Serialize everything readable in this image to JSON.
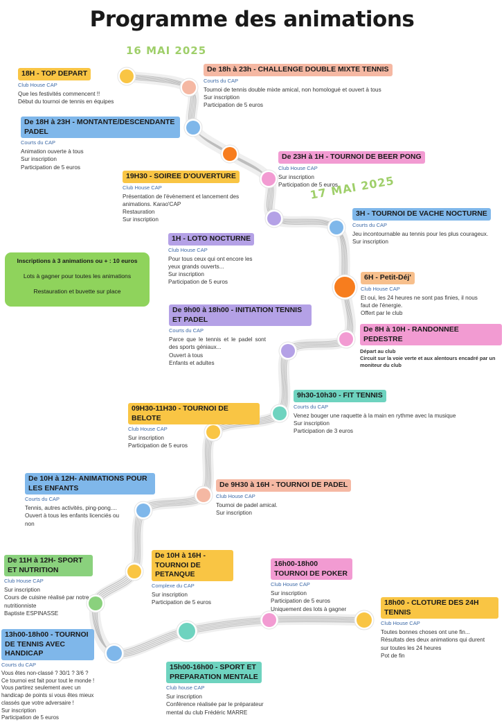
{
  "title": "Programme des animations",
  "dates": {
    "day1": "16 MAI 2025",
    "day2": "17 MAI 2025"
  },
  "colors": {
    "yellow": "#f9c544",
    "salmon": "#f5b8a3",
    "blue": "#7fb7ea",
    "pink": "#f29bd2",
    "purple": "#b4a1e6",
    "green": "#8ad17d",
    "teal": "#6ed3bf",
    "orange": "#f77d1e",
    "info_box": "#8fd35c"
  },
  "info_box": {
    "line1": "Inscriptions à 3 animations ou + : 10 euros",
    "line2": "Lots à gagner pour toutes les animations",
    "line3": "Restauration et buvette sur place"
  },
  "events": {
    "top_depart": {
      "title": "18H - TOP DEPART",
      "location": "Club House CAP",
      "body": "Que les festivités commencent !!\nDébut du tournoi de tennis en équipes"
    },
    "double_mixte": {
      "title": "De 18h à 23h - CHALLENGE DOUBLE MIXTE TENNIS",
      "location": "Courts du CAP",
      "body": "Tournoi de tennis double mixte amical, non homologué et ouvert à tous\nSur inscription\nParticipation de 5 euros"
    },
    "padel_montante": {
      "title": "De 18H à 23H - MONTANTE/DESCENDANTE PADEL",
      "location": "Courts du CAP",
      "body": "Animation ouverte à tous\nSur inscription\nParticipation de 5 euros"
    },
    "beer_pong": {
      "title": "De 23H à 1H - TOURNOI DE BEER PONG",
      "location": "Club House CAP",
      "body": "Sur inscription\nParticipation de 5 euros"
    },
    "soiree": {
      "title": "19H30 - SOIREE D'OUVERTURE",
      "location": "Club House CAP",
      "body": "Présentation de l'évènement et lancement des animations. Karao'CAP\nRestauration\nSur inscription"
    },
    "vache_nocturne": {
      "title": "3H - TOURNOI DE VACHE NOCTURNE",
      "location": "Courts du CAP",
      "body": "Jeu incontournable au tennis pour les plus courageux.\nSur inscription"
    },
    "loto": {
      "title": "1H - LOTO NOCTURNE",
      "location": "Club House CAP",
      "body": "Pour tous ceux qui ont encore les yeux grands ouverts...\nSur inscription\nParticipation de 5 euros"
    },
    "petit_dej": {
      "title": "6H - Petit-Déj'",
      "location": "Club House CAP",
      "body": "Et oui, les 24 heures ne sont pas finies, il nous faut de l'énergie.\nOffert par le club"
    },
    "initiation": {
      "title": "De 9h00 à 18h00 - INITIATION TENNIS ET PADEL",
      "location": "Courts du CAP",
      "body": "Parce que le tennis et le padel sont des sports géniaux...\nOuvert à tous\nEnfants et adultes"
    },
    "randonnee": {
      "title": "De 8H à 10H - RANDONNEE PEDESTRE",
      "location": "",
      "body": "Départ au club\nCircuit sur la voie verte et aux alentours encadré par un moniteur du club"
    },
    "fit_tennis": {
      "title": "9h30-10h30 - FIT TENNIS",
      "location": "Courts du CAP",
      "body": "Venez bouger une raquette à la main en rythme avec la musique\nSur inscription\nParticipation de 3 euros"
    },
    "belote": {
      "title": "09H30-11H30 - TOURNOI DE BELOTE",
      "location": "Club House CAP",
      "body": "Sur inscription\nParticipation de 5 euros"
    },
    "enfants": {
      "title": "De 10H à 12H- ANIMATIONS POUR LES ENFANTS",
      "location": "Courts du CAP",
      "body": "Tennis, autres activités, ping-pong....\nOuvert à tous les enfants licenciés ou non"
    },
    "tournoi_padel": {
      "title": "De 9H30 à 16H - TOURNOI DE PADEL",
      "location": "Club House CAP",
      "body": "Tournoi de padel amical.\nSur inscription"
    },
    "sport_nutrition": {
      "title": "De 11H à 12H- SPORT ET NUTRITION",
      "location": "Club House CAP",
      "body": "Sur inscription\nCours de cuisine réalisé par notre nutritionniste\nBaptiste ESPINASSE"
    },
    "petanque": {
      "title": "De 10H à 16H - TOURNOI DE PETANQUE",
      "location": "Complexe du CAP",
      "body": "Sur inscription\nParticipation de 5 euros"
    },
    "poker": {
      "title": "16h00-18h00\nTOURNOI DE POKER",
      "location": "Club House CAP",
      "body": "Sur inscription\nParticipation de 5 euros\nUniquement des lots à gagner"
    },
    "cloture": {
      "title": "18h00 - CLOTURE DES 24H TENNIS",
      "location": "Club House CAP",
      "body": "Toutes bonnes choses ont une fin...\nRésultats des deux animations qui durent sur toutes les 24 heures\nPot de fin"
    },
    "handicap": {
      "title": "13h00-18h00 - TOURNOI DE TENNIS AVEC HANDICAP",
      "location": "Courts du CAP",
      "body": "Vous êtes non-classé ? 30/1 ? 3/6 ?\nCe tournoi est fait pour tout le monde ! Vous partirez seulement avec un handicap de points si vous êtes mieux classés que votre adversaire !\nSur inscription\nParticipation de 5 euros"
    },
    "mentale": {
      "title": "15h00-16h00 - SPORT ET PREPARATION MENTALE",
      "location": "Club house CAP",
      "body": "Sur inscription\nConférence réalisée par le préparateur mental du club Frédéric MARRE"
    }
  }
}
